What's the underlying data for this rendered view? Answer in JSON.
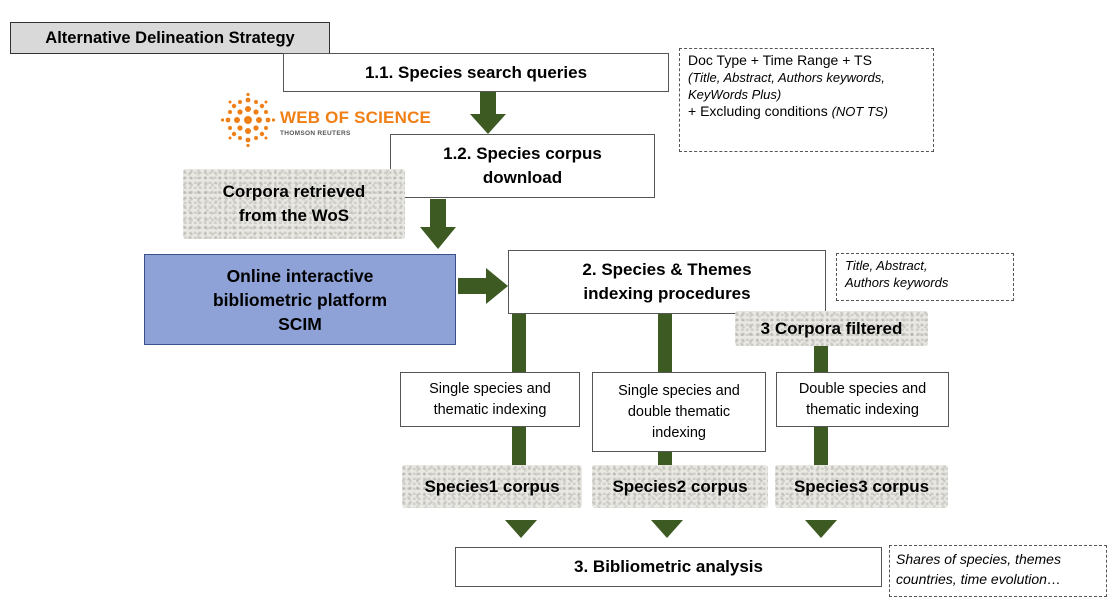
{
  "header": {
    "title": "Alternative Delineation Strategy"
  },
  "steps": {
    "s11": "1.1. Species search queries",
    "s12_line1": "1.2. Species corpus",
    "s12_line2": "download",
    "s2_line1": "2. Species & Themes",
    "s2_line2": "indexing procedures",
    "s3": "3. Bibliometric analysis"
  },
  "notes": {
    "query": {
      "line1": "Doc Type + Time Range  + TS",
      "line2": "(Title, Abstract, Authors keywords,",
      "line3": "KeyWords Plus)",
      "line4_plain": "+ Excluding conditions ",
      "line4_italic": "(NOT TS)"
    },
    "indexing": {
      "line1": "Title, Abstract,",
      "line2": "Authors keywords"
    },
    "analysis": {
      "line1": "Shares of species, themes",
      "line2": "countries, time evolution…"
    }
  },
  "logo": {
    "name": "WEB OF SCIENCE",
    "sub": "THOMSON REUTERS"
  },
  "stones": {
    "corpora_line1": "Corpora retrieved",
    "corpora_line2": "from the WoS",
    "filtered": "3 Corpora filtered",
    "species1": "Species1 corpus",
    "species2": "Species2 corpus",
    "species3": "Species3 corpus"
  },
  "platform": {
    "line1": "Online interactive",
    "line2": "bibliometric platform",
    "line3": "SCIM"
  },
  "indexing_boxes": [
    {
      "line1": "Single species and",
      "line2": "thematic indexing",
      "line3": ""
    },
    {
      "line1": "Single species and",
      "line2": "double thematic",
      "line3": "indexing"
    },
    {
      "line1": "Double species and",
      "line2": "thematic indexing",
      "line3": ""
    }
  ],
  "colors": {
    "arrow": "#3c5a22",
    "platform": "#8ea2d7",
    "logo": "#f07f16",
    "title_bg": "#d9d9d9"
  }
}
